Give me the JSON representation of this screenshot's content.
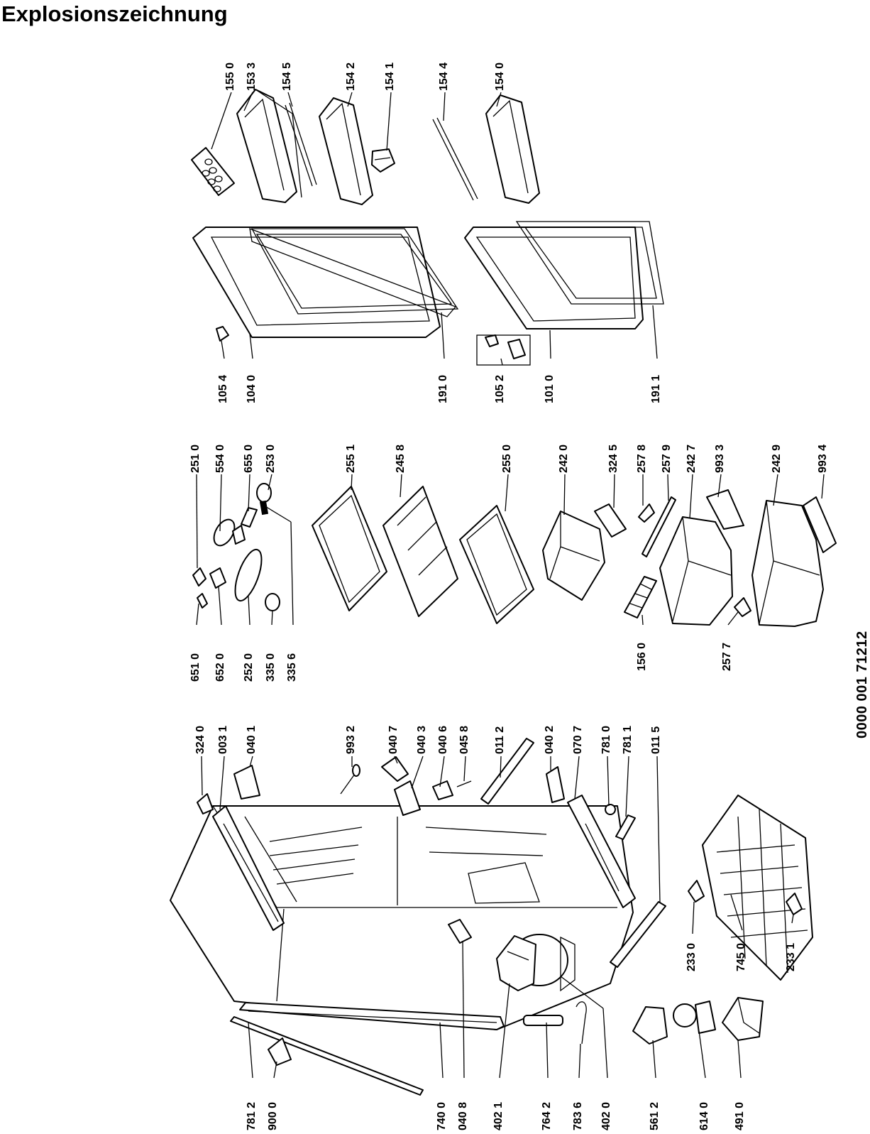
{
  "title": "Explosionszeichnung",
  "document_number": "0000 001 71212",
  "part_labels": [
    "155 0",
    "153 3",
    "154 5",
    "154 2",
    "154 1",
    "154 4",
    "154 0",
    "105 4",
    "104 0",
    "191 0",
    "105 2",
    "101 0",
    "191 1",
    "251 0",
    "554 0",
    "655 0",
    "253 0",
    "255 1",
    "245 8",
    "255 0",
    "242 0",
    "324 5",
    "257 8",
    "257 9",
    "242 7",
    "993 3",
    "242 9",
    "993 4",
    "651 0",
    "652 0",
    "252 0",
    "335 0",
    "335 6",
    "156 0",
    "257 7",
    "324 0",
    "003 1",
    "040 1",
    "993 2",
    "040 7",
    "040 3",
    "040 6",
    "045 8",
    "011 2",
    "040 2",
    "070 7",
    "781 0",
    "781 1",
    "011 5",
    "781 2",
    "900 0",
    "740 0",
    "040 8",
    "402 1",
    "764 2",
    "783 6",
    "402 0",
    "561 2",
    "614 0",
    "491 0",
    "233 0",
    "745 0",
    "233 1"
  ]
}
